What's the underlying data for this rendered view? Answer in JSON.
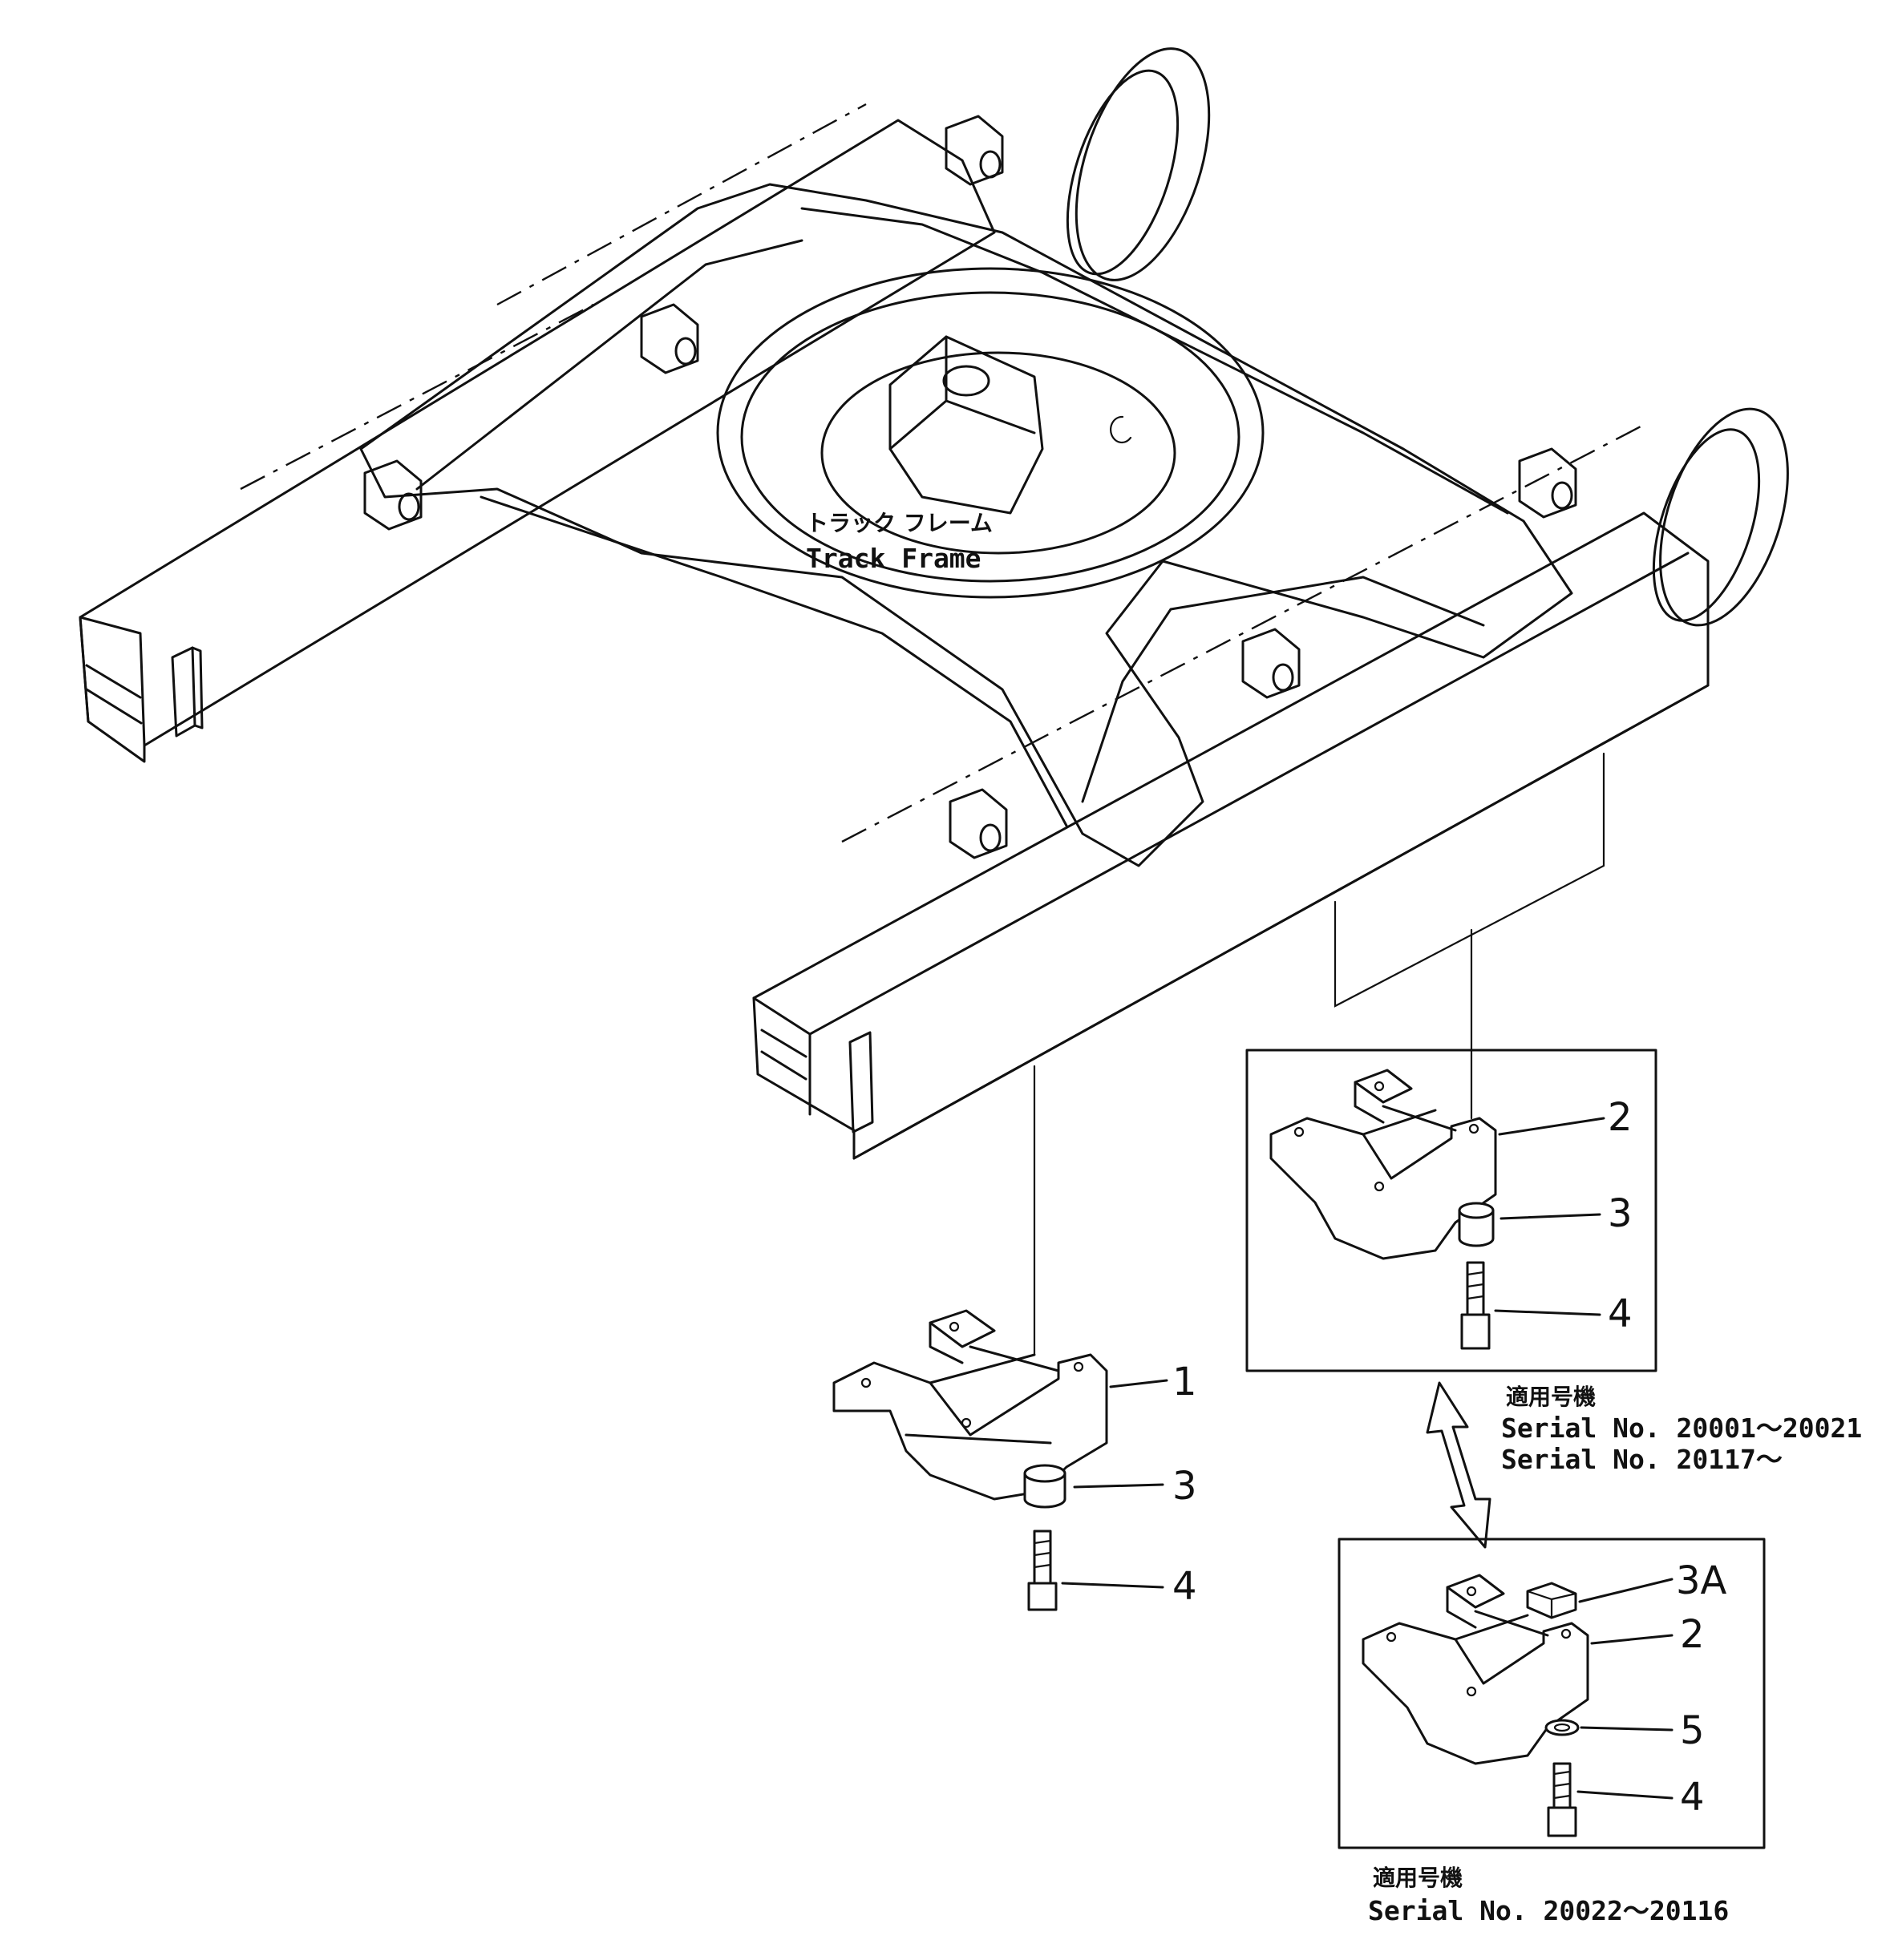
{
  "diagram": {
    "main_part": {
      "label_jp": "トラック フレーム",
      "label_en": "Track Frame"
    },
    "callouts": {
      "main": [
        "1",
        "3",
        "4"
      ],
      "upper_box": [
        "2",
        "3",
        "4"
      ],
      "lower_box": [
        "3A",
        "2",
        "5",
        "4"
      ]
    },
    "upper_box_note": {
      "title_jp": "適用号機",
      "line1": "Serial  No.  20001～20021",
      "line2": "Serial  No.  20117～"
    },
    "lower_box_note": {
      "title_jp": "適用号機",
      "line1": "Serial  No.  20022～20116"
    }
  }
}
